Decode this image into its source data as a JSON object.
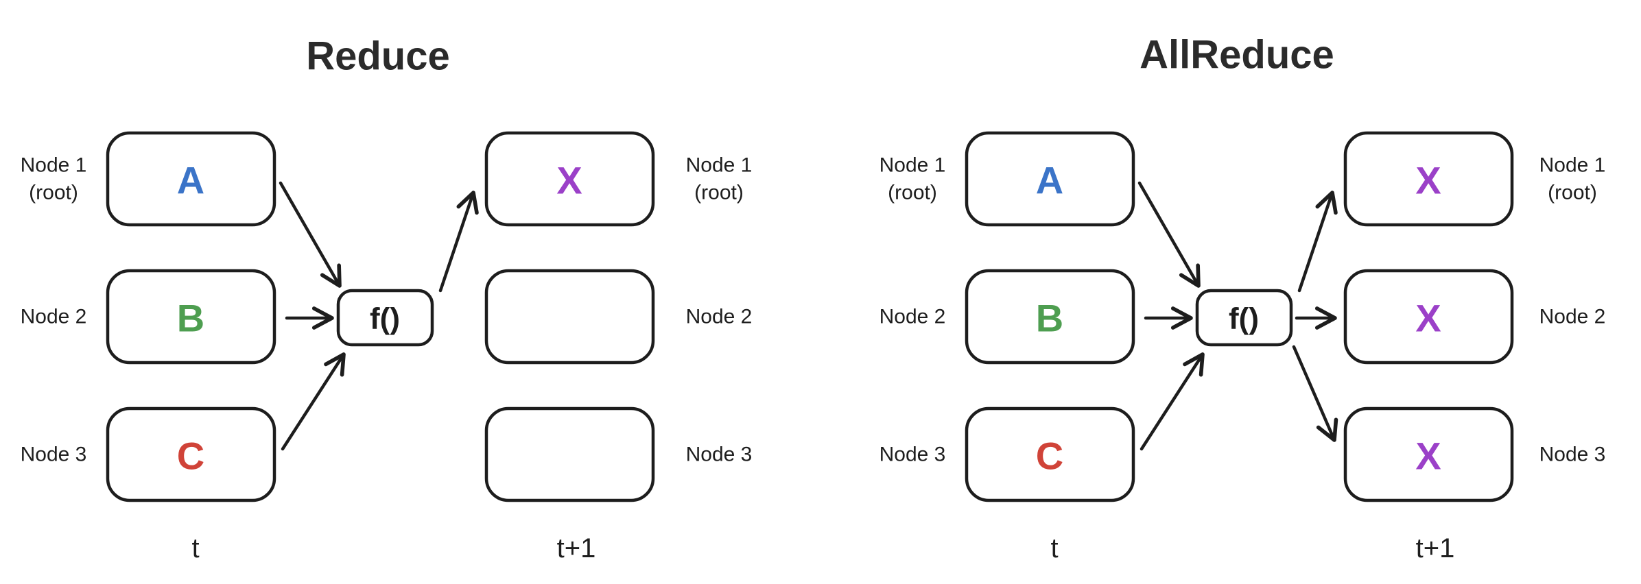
{
  "colors": {
    "stroke": "#1d1d1d",
    "title_text": "#2b2b2b",
    "label_text": "#1e1e1e",
    "value_blue": "#3b74c8",
    "value_green": "#4e9e50",
    "value_red": "#d04338",
    "value_purple": "#9b40c8"
  },
  "diagrams": [
    {
      "title": "Reduce",
      "function_label": "f()",
      "time_before": "t",
      "time_after": "t+1",
      "input_nodes": [
        {
          "label": [
            "Node 1",
            "(root)"
          ],
          "value": "A",
          "color": "#3b74c8"
        },
        {
          "label": [
            "Node 2"
          ],
          "value": "B",
          "color": "#4e9e50"
        },
        {
          "label": [
            "Node 3"
          ],
          "value": "C",
          "color": "#d04338"
        }
      ],
      "output_nodes": [
        {
          "label": [
            "Node 1",
            "(root)"
          ],
          "value": "X",
          "color": "#9b40c8"
        },
        {
          "label": [
            "Node 2"
          ],
          "value": ""
        },
        {
          "label": [
            "Node 3"
          ],
          "value": ""
        }
      ]
    },
    {
      "title": "AllReduce",
      "function_label": "f()",
      "time_before": "t",
      "time_after": "t+1",
      "input_nodes": [
        {
          "label": [
            "Node 1",
            "(root)"
          ],
          "value": "A",
          "color": "#3b74c8"
        },
        {
          "label": [
            "Node 2"
          ],
          "value": "B",
          "color": "#4e9e50"
        },
        {
          "label": [
            "Node 3"
          ],
          "value": "C",
          "color": "#d04338"
        }
      ],
      "output_nodes": [
        {
          "label": [
            "Node 1",
            "(root)"
          ],
          "value": "X",
          "color": "#9b40c8"
        },
        {
          "label": [
            "Node 2"
          ],
          "value": "X",
          "color": "#9b40c8"
        },
        {
          "label": [
            "Node 3"
          ],
          "value": "X",
          "color": "#9b40c8"
        }
      ]
    }
  ]
}
